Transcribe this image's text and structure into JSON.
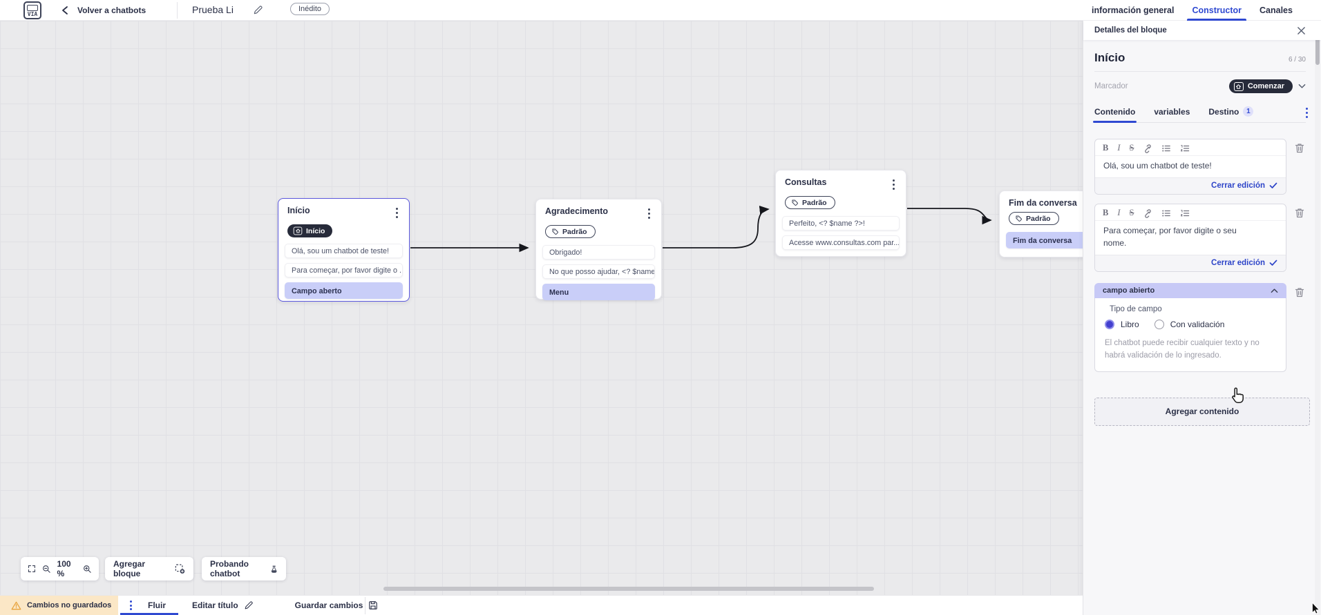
{
  "topbar": {
    "logo_text": "VIA",
    "back_label": "Volver a chatbots",
    "doc_title": "Prueba Li",
    "status_badge": "Inédito",
    "tabs": [
      {
        "label": "información general"
      },
      {
        "label": "Constructor"
      },
      {
        "label": "Canales"
      }
    ]
  },
  "canvas": {
    "nodes": [
      {
        "title": "Início",
        "badge": "Início",
        "items": [
          "Olá, sou um chatbot de teste!",
          "Para começar, por favor digite o ...",
          "Campo aberto"
        ]
      },
      {
        "title": "Agradecimento",
        "badge": "Padrão",
        "items": [
          "Obrigado!",
          "No que posso ajudar, <? $name ...",
          "Menu"
        ]
      },
      {
        "title": "Consultas",
        "badge": "Padrão",
        "items": [
          "Perfeito, <? $name ?>!",
          "Acesse www.consultas.com par..."
        ]
      },
      {
        "title": "Fim da conversa",
        "badge": "Padrão",
        "items": [
          "Fim da conversa"
        ]
      }
    ],
    "toolbar": {
      "zoom_level": "100 %",
      "add_block": "Agregar bloque",
      "test_chatbot": "Probando chatbot"
    }
  },
  "panel": {
    "header": "Detalles del bloque",
    "title": "Início",
    "counter": "6 / 30",
    "marker_label": "Marcador",
    "marker_value": "Comenzar",
    "tabs": [
      {
        "label": "Contenido"
      },
      {
        "label": "variables"
      },
      {
        "label": "Destino",
        "badge": "1"
      }
    ],
    "editor_toolbar": {
      "bold": "B",
      "italic": "I",
      "strike": "S"
    },
    "editors": [
      {
        "text": "Olá, sou um chatbot de teste!",
        "close_label": "Cerrar edición"
      },
      {
        "text": "Para começar, por favor digite o seu nome.",
        "close_label": "Cerrar edición"
      }
    ],
    "field_section": {
      "header": "campo abierto",
      "type_label": "Tipo de campo",
      "options": [
        {
          "label": "Libro"
        },
        {
          "label": "Con validación"
        }
      ],
      "helper": "El chatbot puede recibir cualquier texto y no habrá validación de lo ingresado."
    },
    "add_content_label": "Agregar contenido"
  },
  "statusbar": {
    "warning": "Cambios no guardados",
    "flow_tab": "Fluir",
    "edit_title": "Editar título",
    "save": "Guardar cambios"
  }
}
